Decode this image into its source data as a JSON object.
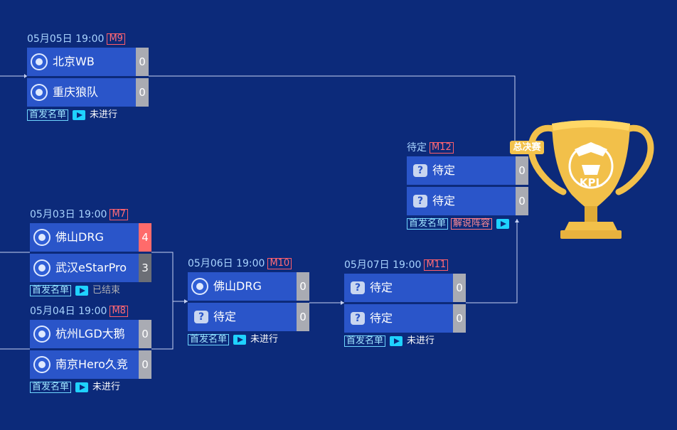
{
  "matches": {
    "m9": {
      "date": "05月05日 19:00",
      "code": "M9",
      "team1": {
        "name": "北京WB",
        "score": "0"
      },
      "team2": {
        "name": "重庆狼队",
        "score": "0"
      },
      "lineup": "首发名单",
      "status": "未进行"
    },
    "m7": {
      "date": "05月03日 19:00",
      "code": "M7",
      "team1": {
        "name": "佛山DRG",
        "score": "4"
      },
      "team2": {
        "name": "武汉eStarPro",
        "score": "3"
      },
      "lineup": "首发名单",
      "status": "已结束"
    },
    "m8": {
      "date": "05月04日 19:00",
      "code": "M8",
      "team1": {
        "name": "杭州LGD大鹅",
        "score": "0"
      },
      "team2": {
        "name": "南京Hero久竞",
        "score": "0"
      },
      "lineup": "首发名单",
      "status": "未进行"
    },
    "m10": {
      "date": "05月06日 19:00",
      "code": "M10",
      "team1": {
        "name": "佛山DRG",
        "score": "0"
      },
      "team2": {
        "name": "待定",
        "score": "0"
      },
      "lineup": "首发名单",
      "status": "未进行"
    },
    "m11": {
      "date": "05月07日 19:00",
      "code": "M11",
      "team1": {
        "name": "待定",
        "score": "0"
      },
      "team2": {
        "name": "待定",
        "score": "0"
      },
      "lineup": "首发名单",
      "status": "未进行"
    },
    "m12": {
      "date": "待定",
      "code": "M12",
      "team1": {
        "name": "待定",
        "score": "0"
      },
      "team2": {
        "name": "待定",
        "score": "0"
      },
      "lineup": "首发名单",
      "commentary": "解说阵容"
    }
  },
  "finals_badge": "总决赛",
  "trophy_logo": "KPL",
  "colors": {
    "background": "#0c2a7a",
    "team_row": "#2a55c9",
    "win": "#ff6b6b",
    "lose": "#6b6e76",
    "trophy": "#f2c04a"
  }
}
